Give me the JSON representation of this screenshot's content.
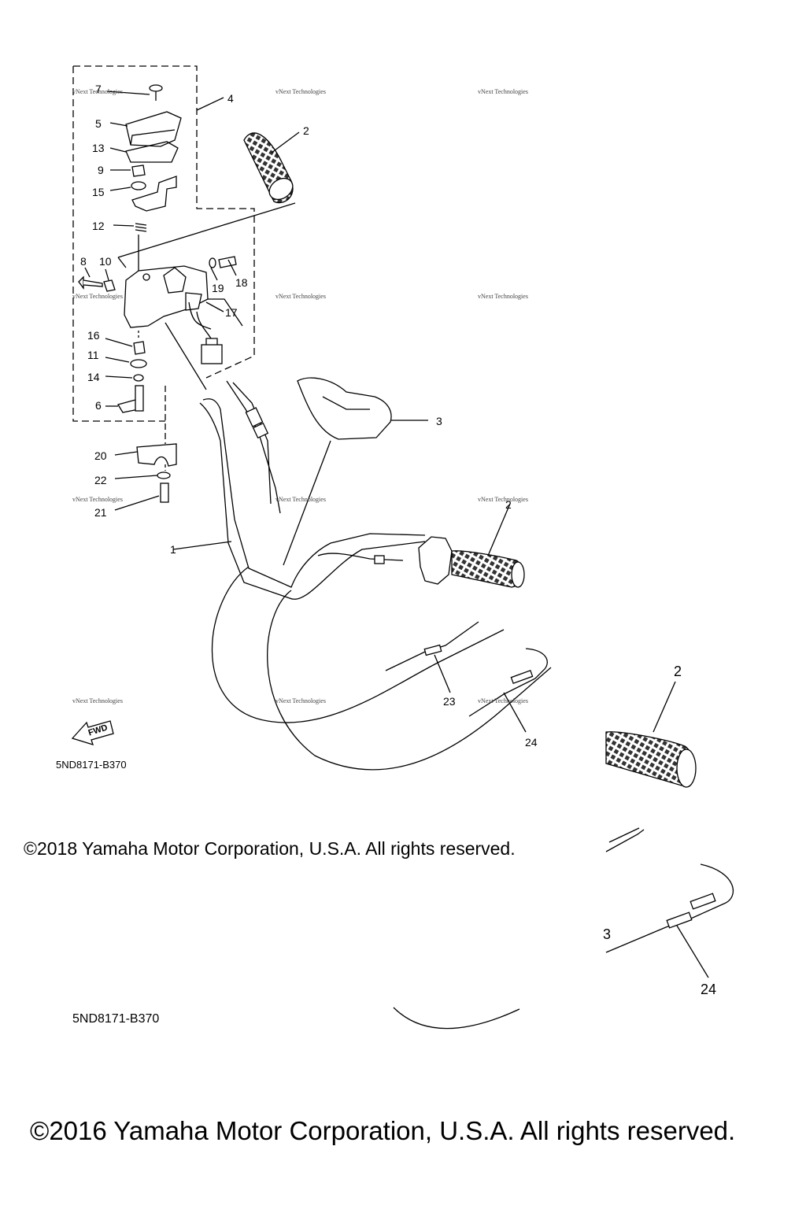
{
  "diagram": {
    "callouts": {
      "c1": "1",
      "c2a": "2",
      "c2b": "2",
      "c2c": "2",
      "c3a": "3",
      "c3b": "3",
      "c4": "4",
      "c5": "5",
      "c6": "6",
      "c7": "7",
      "c8": "8",
      "c9": "9",
      "c10": "10",
      "c11": "11",
      "c12": "12",
      "c13": "13",
      "c14": "14",
      "c15": "15",
      "c16": "16",
      "c17": "17",
      "c18": "18",
      "c19": "19",
      "c20": "20",
      "c21": "21",
      "c22": "22",
      "c23": "23",
      "c24a": "24",
      "c24b": "24"
    },
    "fwd_label": "FWD",
    "diagram_code_1": "5ND8171-B370",
    "diagram_code_2": "5ND8171-B370",
    "copyright_1": "©2018 Yamaha Motor Corporation, U.S.A. All rights reserved.",
    "copyright_2": "©2016 Yamaha Motor Corporation, U.S.A. All rights reserved.",
    "watermark_text": "vNext Technologies"
  }
}
